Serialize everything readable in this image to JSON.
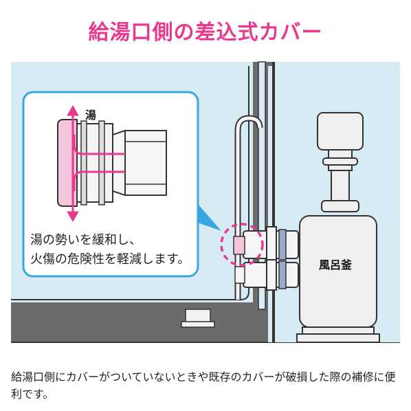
{
  "title": "給湯口側の差込式カバー",
  "callout": {
    "hot_water_label": "湯",
    "line1": "湯の勢いを緩和し、",
    "line2": "火傷の危険性を軽減します。"
  },
  "boiler_label": "風呂釜",
  "caption": "給湯口側にカバーがついていないときや既存のカバーが破損した際の補修に便利です。",
  "colors": {
    "title_pink": "#e8398f",
    "wall_blue": "#d7ebf5",
    "tub_gray": "#6b6b6b",
    "accent_pink": "#e8398f"
  }
}
